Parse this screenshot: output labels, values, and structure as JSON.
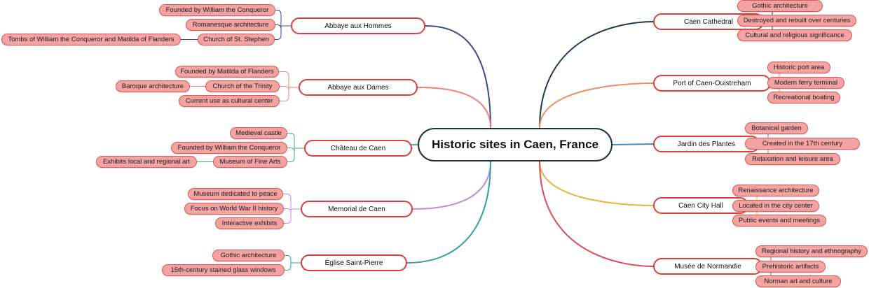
{
  "root": "Historic sites in Caen, France",
  "branches": {
    "hommes": {
      "label": "Abbaye aux Hommes",
      "color": "#3c4a8c",
      "leaves": [
        "Founded by William the Conqueror",
        "Romanesque architecture",
        "Church of St. Stephen",
        "Tombs of William the Conqueror and Matilda of Flanders"
      ]
    },
    "dames": {
      "label": "Abbaye aux Dames",
      "color": "#f0807a",
      "leaves": [
        "Founded by Matilda of Flanders",
        "Church of the Trinity",
        "Baroque architecture",
        "Current use as cultural center"
      ]
    },
    "chateau": {
      "label": "Château de Caen",
      "color": "#3fb07a",
      "leaves": [
        "Medieval castle",
        "Founded by William the Conqueror",
        "Museum of Fine Arts",
        "Exhibits local and regional art"
      ]
    },
    "memorial": {
      "label": "Memorial de Caen",
      "color": "#c48ad8",
      "leaves": [
        "Museum dedicated to peace",
        "Focus on World War II history",
        "Interactive exhibits"
      ]
    },
    "eglise": {
      "label": "Église Saint-Pierre",
      "color": "#2fa3a0",
      "leaves": [
        "Gothic architecture",
        "15th-century stained glass windows"
      ]
    },
    "cathedral": {
      "label": "Caen Cathedral",
      "color": "#1e3a52",
      "leaves": [
        "Gothic architecture",
        "Destroyed and rebuilt over centuries",
        "Cultural and religious significance"
      ]
    },
    "port": {
      "label": "Port of Caen-Ouistreham",
      "color": "#ee8f5c",
      "leaves": [
        "Historic port area",
        "Modern ferry terminal",
        "Recreational boating"
      ]
    },
    "jardin": {
      "label": "Jardin des Plantes",
      "color": "#3a8fc8",
      "leaves": [
        "Botanical garden",
        "Created in the 17th century",
        "Relaxation and leisure area"
      ]
    },
    "cityhall": {
      "label": "Caen City Hall",
      "color": "#e8b43a",
      "leaves": [
        "Renaissance architecture",
        "Located in the city center",
        "Public events and meetings"
      ]
    },
    "musee": {
      "label": "Musée de Normandie",
      "color": "#e04a55",
      "leaves": [
        "Regional history and ethnography",
        "Prehistoric artifacts",
        "Norman art and culture"
      ]
    }
  }
}
